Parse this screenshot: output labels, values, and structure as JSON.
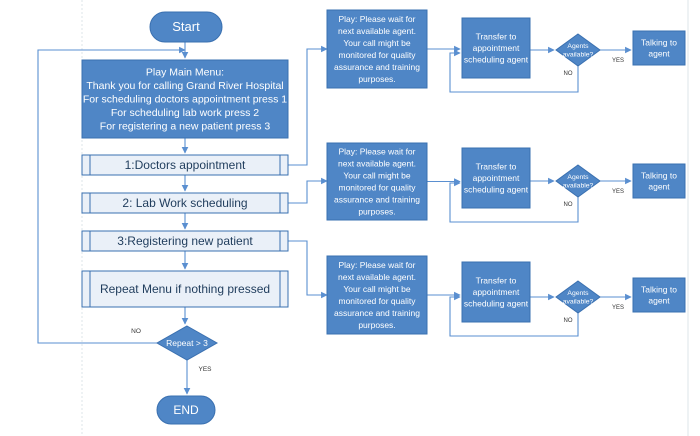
{
  "colors": {
    "fill": "#4f86c6",
    "stroke": "#3a70b0",
    "process_fill": "#eaf0f8",
    "process_text": "#1f3c5c",
    "line": "#5a8fd0",
    "white": "#ffffff",
    "guide": "#c8d2dc"
  },
  "start": {
    "text": "Start"
  },
  "end": {
    "text": "END"
  },
  "main_menu": {
    "lines": [
      "Play Main Menu:",
      "Thank you for calling Grand River Hospital",
      "For scheduling doctors appointment press 1",
      "For scheduling lab work press 2",
      "For registering a new patient press 3"
    ]
  },
  "options": [
    {
      "text": "1:Doctors appointment"
    },
    {
      "text": "2: Lab Work scheduling"
    },
    {
      "text": "3:Registering new patient"
    },
    {
      "text": "Repeat Menu if nothing pressed"
    }
  ],
  "repeat_decision": {
    "text": "Repeat > 3",
    "no_label": "NO",
    "yes_label": "YES"
  },
  "branches": [
    {
      "wait_lines": [
        "Play: Please wait for",
        "next available  agent.",
        "Your call might be",
        "monitored for quality",
        "assurance and training",
        "purposes."
      ],
      "transfer_lines": [
        "Transfer to",
        "appointment",
        "scheduling agent"
      ],
      "decision_lines": [
        "Agents",
        "available?"
      ],
      "yes_label": "YES",
      "no_label": "NO",
      "talk_lines": [
        "Talking to",
        "agent"
      ]
    },
    {
      "wait_lines": [
        "Play: Please wait for",
        "next available  agent.",
        "Your call might be",
        "monitored for quality",
        "assurance and training",
        "purposes."
      ],
      "transfer_lines": [
        "Transfer to",
        "appointment",
        "scheduling agent"
      ],
      "decision_lines": [
        "Agents",
        "available?"
      ],
      "yes_label": "YES",
      "no_label": "NO",
      "talk_lines": [
        "Talking to",
        "agent"
      ]
    },
    {
      "wait_lines": [
        "Play: Please wait for",
        "next available  agent.",
        "Your call might be",
        "monitored for quality",
        "assurance and training",
        "purposes."
      ],
      "transfer_lines": [
        "Transfer to",
        "appointment",
        "scheduling agent"
      ],
      "decision_lines": [
        "Agents",
        "available?"
      ],
      "yes_label": "YES",
      "no_label": "NO",
      "talk_lines": [
        "Talking to",
        "agent"
      ]
    }
  ]
}
